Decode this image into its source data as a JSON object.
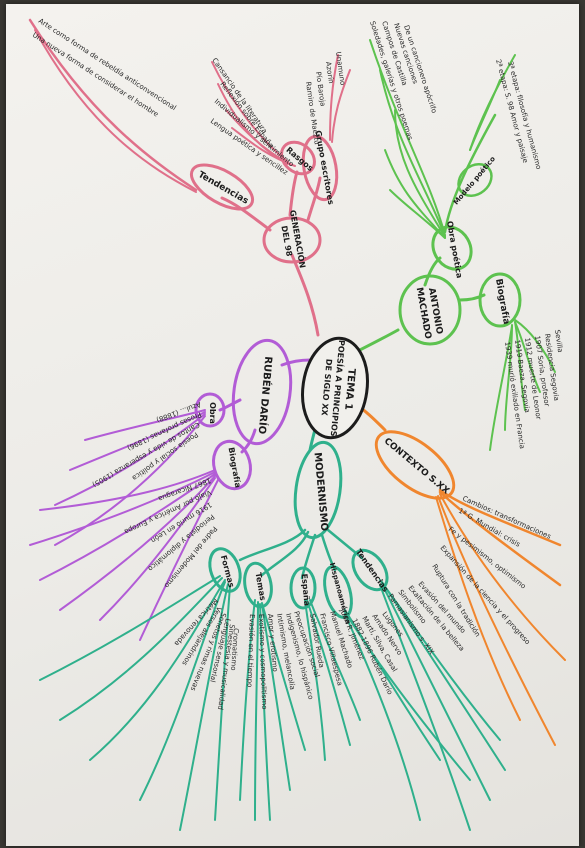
{
  "colors": {
    "pink": "#e0708a",
    "green": "#5dc24f",
    "orange": "#f0862e",
    "purple": "#b25cd6",
    "teal": "#2fb08c",
    "ink": "#1c1c1c"
  },
  "center": {
    "lines": [
      "TEMA 1",
      "POESÍA A PRINCIPIOS",
      "DE SIGLO XX"
    ]
  },
  "generacion98": {
    "label_lines": [
      "GENERACIÓN",
      "DEL 98"
    ],
    "tendencias": {
      "label": "Tendencias",
      "items": [
        "Arte como forma de rebeldía anticonvencional",
        "Una nueva forma de considerar el hombre"
      ]
    },
    "rasgos": {
      "label": "Rasgos",
      "items": [
        "Cansancio de la literatura",
        "Reflexión sobre España",
        "Individualismo y sentimiento",
        "Lengua poética y sencillez"
      ]
    },
    "grupo": {
      "label": "Grupo escritores",
      "items": [
        "Unamuno",
        "Azorín",
        "Pío Baroja",
        "Ramiro de Maeztu"
      ]
    }
  },
  "machado": {
    "label_lines": [
      "ANTONIO",
      "MACHADO"
    ],
    "obra": {
      "label": "Obra poética",
      "items": [
        "Soledades, galerías y otros poemas",
        "Campos de Castilla",
        "Nuevas canciones",
        "De un cancionero apócrifo",
        "2ª etapa: S. 98 Amor y paisaje",
        "3ª etapa: filosofía y humanismo"
      ]
    },
    "biografia": {
      "label": "Biografía",
      "items": [
        "Sevilla",
        "Residencia Segovia",
        "1907 Soria, profesor",
        "1912 muerte de Leonor",
        "1919 Baeza, Segovia",
        "1939 murió exiliado en Francia"
      ]
    },
    "modelo": "Modelo poético"
  },
  "contexto": {
    "label": "CONTEXTO S.XX",
    "items": [
      "Cambios: transformaciones",
      "1ª G. Mundial: crisis",
      "Fe y pesimismo, optimismo",
      "Expansión de la ciencia y el progreso",
      "Ruptura con la tradición"
    ]
  },
  "ruben": {
    "label": "RUBÉN DARÍO",
    "obra": {
      "label": "Obra",
      "items": [
        "Azul... (1888)",
        "Prosas profanas (1896)",
        "Cantos de vida y esperanza (1905)",
        "Poesía social y política"
      ]
    },
    "biografia": {
      "label": "Biografía",
      "items": [
        "1867 Nicaragua",
        "Viajó por América y Europa",
        "1916 murió en León",
        "Periodista y diplomático",
        "Padre del Modernismo"
      ]
    }
  },
  "modernismo": {
    "label": "MODERNISMO",
    "formas": {
      "label": "Formas",
      "items": [
        "Métrica renovada",
        "Versos alejandrinos",
        "Sonetos y rimas nuevas",
        "Lenguaje sensorial",
        "Sinestesia y musicalidad",
        "Cromatismo"
      ]
    },
    "temas": {
      "label": "Temas",
      "items": [
        "Evasión en el tiempo",
        "Exotismo y cosmopolitismo",
        "Amor y erotismo",
        "Intimismo, melancolía",
        "Indigenismo, lo hispánico",
        "Preocupación social"
      ]
    },
    "espana": {
      "label": "España",
      "items": [
        "Salvador Rueda",
        "Francisco Villaespesa",
        "Manuel Machado",
        "Juan R. Jiménez"
      ]
    },
    "hispanoamerica": {
      "label": "Hispanoamérica",
      "items": [
        "1882-1896 Rubén Darío",
        "Martí, Silva, Casal",
        "Amado Nervo",
        "Lugones"
      ]
    },
    "tendencias": {
      "label": "Tendencias",
      "items": [
        "Parnasianismo s. XIX",
        "Simbolismo",
        "Exaltación de la belleza",
        "Evasión del mundo"
      ]
    }
  }
}
